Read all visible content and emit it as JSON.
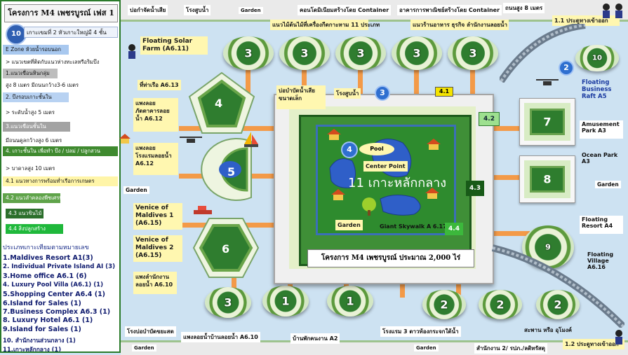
{
  "panel": {
    "title": "โครงการ M4 เพชรบูรณ์ เฟส 1",
    "badge": "10",
    "subtitle": "เกาะเขมที่ 2 หัวเกาะใหญ่มี 4 ชั้น",
    "items": [
      "E Zone ห้วยน้ำรอบนอก",
      "> แนวเขตที่ติดกับแนวห่างทะเลหรือริมบึง",
      "1.แนวเขื่อนหินกลุ่ม",
      "สูง 8 เมตร มีถนนกว้าง3-6 เมตร",
      "2. บึงรอบเกาะชั้นใน",
      "> ระดับน้ำสูง 5 เมตร",
      "3.แนวเขื่อนชั้นใน",
      "มีถนนคูลกว้างสูง 6 เมตร",
      "4. เกาะชั้นใน เพื่อทำ บึง / ปลม่ / ปลูกสวน",
      "> บาดาลสูง 10 เมตร",
      "4.1 แนวทางการพร้อมท่ำเรือการเกษตร",
      "4.2 แนวลำคลองพืชเศรษฐกิจ",
      "4.3 แนวขินไม้",
      "4.4 สิ่งปลูกสร้าง"
    ],
    "types_title": "ประเภทเกาะเทียมตามหมายเลข",
    "types": [
      "1.Maldives Resort A1(3)",
      "2. Individual Private Island AI (3)",
      "3.Home office A6.1 (6)",
      "4. Luxury Pool Villa (A6.1) (1)",
      "5.Shopping Center A6.4 (1)",
      "6.Island for Sales (1)",
      "7.Business Complex A6.3 (1)",
      "8. Luxury Hotel A6.1 (1)",
      "9.Island for Sales (1)",
      "10. สำนักงานส่วนกลาง (1)",
      "11.เกาะหลักกลาง (1)"
    ]
  },
  "top_labels": {
    "parking_lot": "บ่อกำจัดน้ำเสีย",
    "water_plant": "โรงสูบน้ำ",
    "garden_top": "Garden",
    "containers_left": "คอนโดมิเนียมสร้างโดย Container",
    "containers_right": "อาคารการพาณิชย์สร้างโดย Container",
    "road": "ถนนสูง 8 เมตร",
    "entrance_1": "1.1 ประตูทางเข้าออก",
    "solar_farm": "Floating Solar Farm (A6.11)",
    "line_10": "แนวไม้ต้นไม้ที่เครื่องกีดกาะหาม 11 ประเภท",
    "line_food": "แนวร้านอาหาร ธุรกิจ ลำนักงานลอยน้ำ"
  },
  "center": {
    "water_treatment": "บ่อบำบัดน้ำเสีย ขนาดเล็ก",
    "pump": "โรงสูบน้ำ",
    "pool_label": "Pool",
    "center_point": "Center Point",
    "main_island": "11 เกาะหลักกลาง",
    "garden": "Garden",
    "skywalk": "Giant Skywalk A 6.17",
    "title": "โครงการ M4 เพชรบูรณ์ ประมาณ 2,000 ไร่",
    "badge_41": "4.1",
    "badge_42": "4.2",
    "badge_43": "4.3",
    "badge_44": "4.4",
    "island_no": "4",
    "circle3": "3"
  },
  "left_labels": {
    "marina": "ที่ท่าเรือ A6.13",
    "float_green": "แพงลอย ภัตตาคารลอยน้ำ A6.12",
    "float_hotel": "แพงลอย โรงแรมลอยน้ำ A6.12",
    "garden_left": "Garden",
    "venice1": "Venice of Maldives 1 (A6.15)",
    "venice2": "Venice of Maldives 2 (A6.15)",
    "float_office": "แพงลำนักงาน ลอยน้ำ A6.10"
  },
  "right_labels": {
    "business_raft": "Floating Business Raft A5",
    "amusement": "Amusement Park A3",
    "ocean_park": "Ocean Park A3",
    "garden_right": "Garden",
    "resort": "Floating Resort A4",
    "village": "Floating Village A6.16",
    "bridge": "สะพาน หรือ อุโมงค์",
    "entrance_2": "1.2 ประตูทางเข้าออก",
    "circle2": "2"
  },
  "bottom_labels": {
    "sewage": "โรงบ่อบำบัดขยะสด",
    "float_house": "แพงลอยน้ำบ้านลอยน้ำ A6.10",
    "staff": "บ้านพักคนงาน A2",
    "hotel": "โรงแรม 3 ดาวท้องกระจกใต้น้ำ",
    "office_shore": "สำนักงาน 2/ รปภ./ลดิทรัสดุ",
    "garden_b1": "Garden",
    "garden_b2": "Garden"
  },
  "islands": {
    "top": [
      "3",
      "3",
      "3",
      "3",
      "3"
    ],
    "bottom": [
      "3",
      "1",
      "1",
      "2",
      "2",
      "2"
    ],
    "bottom_left": "3",
    "penta": "4",
    "halfmoon": "5",
    "hex": "6",
    "sq7": "7",
    "sq8": "8",
    "sq9": "9",
    "ring10": "10"
  }
}
